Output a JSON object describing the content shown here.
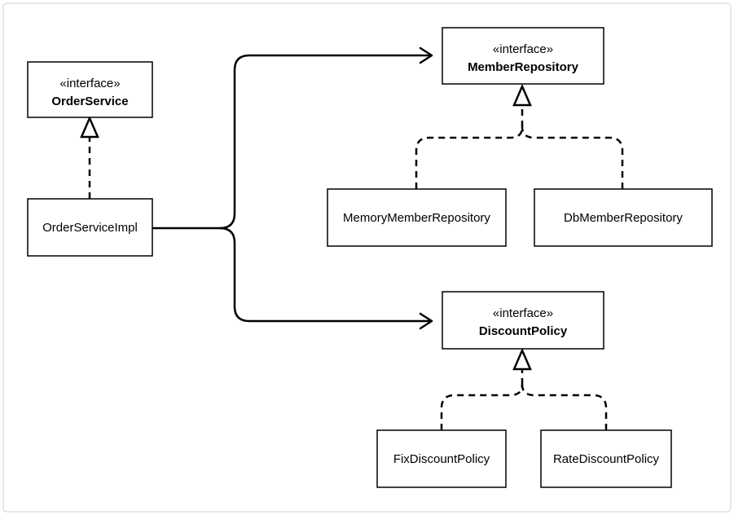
{
  "stereotype": "«interface»",
  "nodes": {
    "order_service": {
      "stereotype": "«interface»",
      "name": "OrderService"
    },
    "order_service_impl": {
      "name": "OrderServiceImpl"
    },
    "member_repository": {
      "stereotype": "«interface»",
      "name": "MemberRepository"
    },
    "memory_member_repository": {
      "name": "MemoryMemberRepository"
    },
    "db_member_repository": {
      "name": "DbMemberRepository"
    },
    "discount_policy": {
      "stereotype": "«interface»",
      "name": "DiscountPolicy"
    },
    "fix_discount_policy": {
      "name": "FixDiscountPolicy"
    },
    "rate_discount_policy": {
      "name": "RateDiscountPolicy"
    }
  },
  "edges": [
    {
      "from": "OrderServiceImpl",
      "to": "OrderService",
      "kind": "realization"
    },
    {
      "from": "OrderServiceImpl",
      "to": "MemberRepository",
      "kind": "association"
    },
    {
      "from": "OrderServiceImpl",
      "to": "DiscountPolicy",
      "kind": "association"
    },
    {
      "from": "MemoryMemberRepository",
      "to": "MemberRepository",
      "kind": "realization"
    },
    {
      "from": "DbMemberRepository",
      "to": "MemberRepository",
      "kind": "realization"
    },
    {
      "from": "FixDiscountPolicy",
      "to": "DiscountPolicy",
      "kind": "realization"
    },
    {
      "from": "RateDiscountPolicy",
      "to": "DiscountPolicy",
      "kind": "realization"
    }
  ]
}
